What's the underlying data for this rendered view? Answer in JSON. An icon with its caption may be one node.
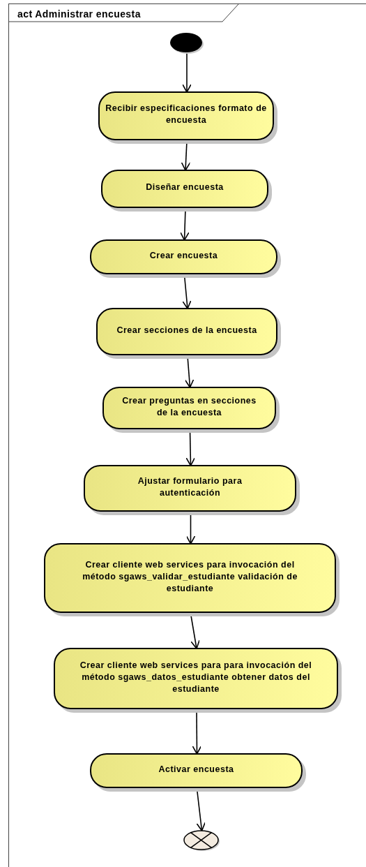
{
  "diagram": {
    "nodes": [
      {
        "text": [
          "act Administrar encuesta"
        ]
      },
      {
        "text": [],
        "shape": "circle",
        "in": 0
      },
      {
        "text": [
          "Recibir especificaciones formato de encuesta"
        ],
        "in": 0
      },
      {
        "text": [
          "Diseñar encuesta"
        ],
        "in": 0
      },
      {
        "text": [
          "Crear encuesta"
        ],
        "in": 0
      },
      {
        "text": [
          "Crear secciones de la encuesta"
        ],
        "in": 0
      },
      {
        "text": [
          "Crear preguntas en secciones de la encuesta"
        ],
        "in": 0
      },
      {
        "text": [
          "Ajustar formulario para autenticación"
        ],
        "in": 0
      },
      {
        "text": [
          "Crear cliente web services para invocación del método sgaws_validar_estudiante validación de estudiante"
        ],
        "in": 0
      },
      {
        "text": [
          "Crear cliente web services para para invocación del método sgaws_datos_estudiante obtener datos del estudiante"
        ],
        "in": 0
      },
      {
        "text": [
          "Activar encuesta"
        ],
        "in": 0
      },
      {
        "text": [],
        "shape": "circle",
        "in": 0
      }
    ],
    "edges": [
      {
        "from": 1,
        "to": 2,
        "arrow": "to"
      },
      {
        "from": 2,
        "to": 3,
        "arrow": "to"
      },
      {
        "from": 3,
        "to": 4,
        "arrow": "to"
      },
      {
        "from": 4,
        "to": 5,
        "arrow": "to"
      },
      {
        "from": 5,
        "to": 6,
        "arrow": "to"
      },
      {
        "from": 6,
        "to": 7,
        "arrow": "to"
      },
      {
        "from": 7,
        "to": 8,
        "arrow": "to"
      },
      {
        "from": 8,
        "to": 9,
        "arrow": "to"
      },
      {
        "from": 9,
        "to": 10,
        "arrow": "to"
      },
      {
        "from": 10,
        "to": 11,
        "arrow": "to"
      }
    ]
  }
}
